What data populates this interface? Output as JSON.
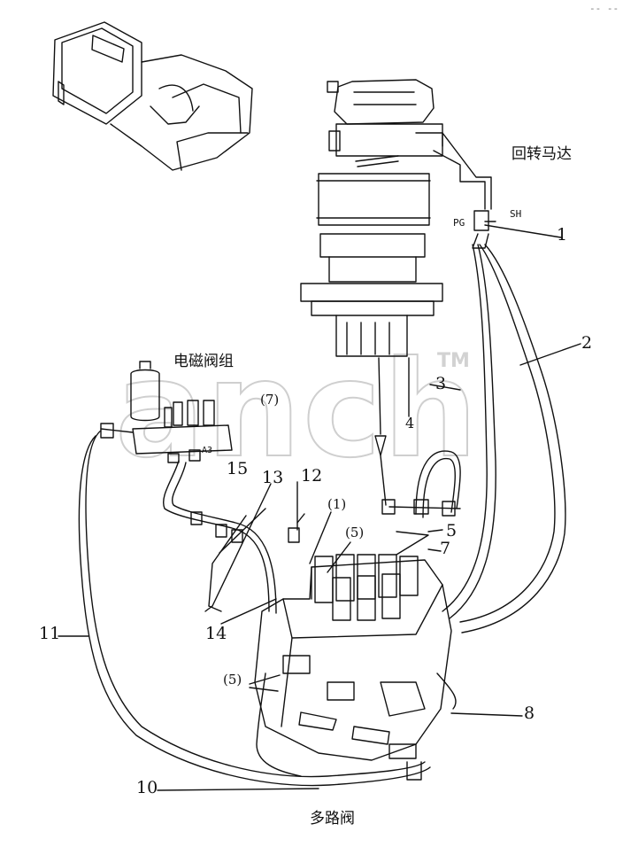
{
  "watermark": {
    "text": "anch",
    "tm": "TM"
  },
  "titles": {
    "swing_motor": "回转马达",
    "solenoid_valve_group": "电磁阀组",
    "multi_way_valve": "多路阀"
  },
  "ports": {
    "pg": "PG",
    "sh": "SH",
    "a3": "A3"
  },
  "callouts": [
    "1",
    "2",
    "3",
    "4",
    "5",
    "7",
    "8",
    "10",
    "11",
    "12",
    "13",
    "14",
    "15",
    "(1)",
    "(5)",
    "(7)",
    "(5)"
  ],
  "corner_mark": "-- --"
}
